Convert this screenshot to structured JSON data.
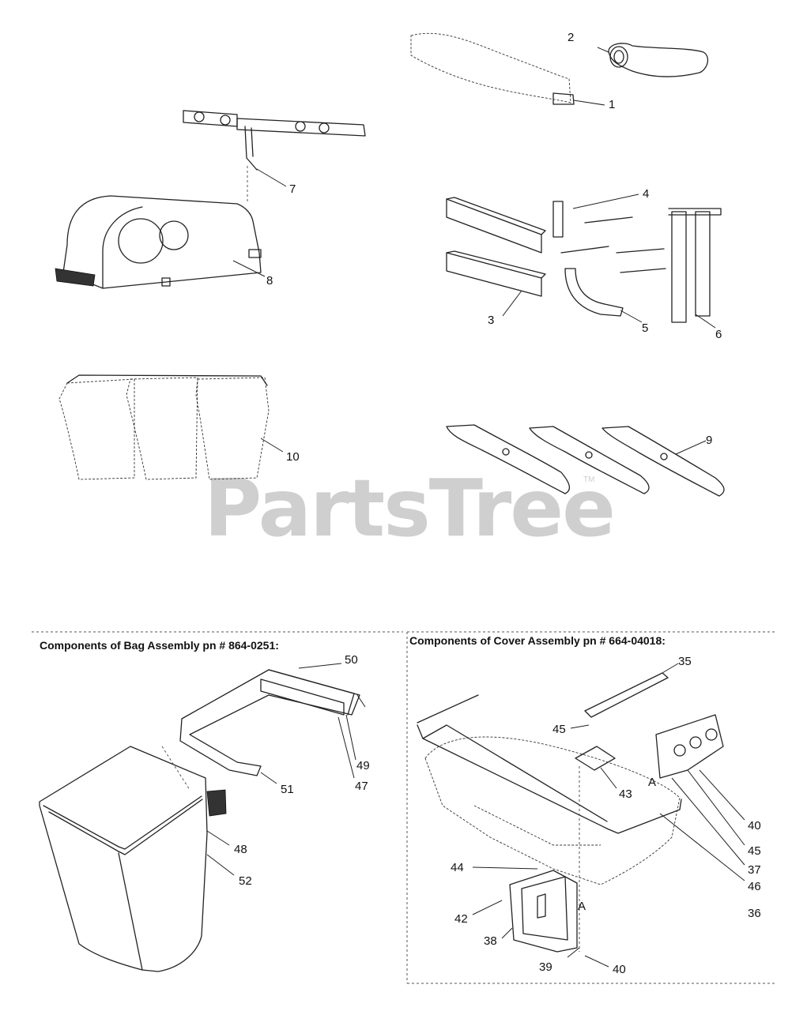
{
  "watermark": {
    "text": "PartsTree",
    "trademark": "TM"
  },
  "sections": {
    "bag": {
      "title": "Components of Bag Assembly pn # 864-0251:"
    },
    "cover": {
      "title": "Components of Cover Assembly pn # 664-04018:"
    }
  },
  "callouts": {
    "p1": "1",
    "p2": "2",
    "p3": "3",
    "p4": "4",
    "p5": "5",
    "p6": "6",
    "p7": "7",
    "p8": "8",
    "p9": "9",
    "p10": "10",
    "p35": "35",
    "p36": "36",
    "p37": "37",
    "p38": "38",
    "p39": "39",
    "p40a": "40",
    "p40b": "40",
    "p42": "42",
    "p43": "43",
    "p44": "44",
    "p45a": "45",
    "p45b": "45",
    "p46": "46",
    "p47": "47",
    "p48": "48",
    "p49": "49",
    "p50": "50",
    "p51": "51",
    "p52": "52",
    "a1": "A",
    "a2": "A"
  }
}
